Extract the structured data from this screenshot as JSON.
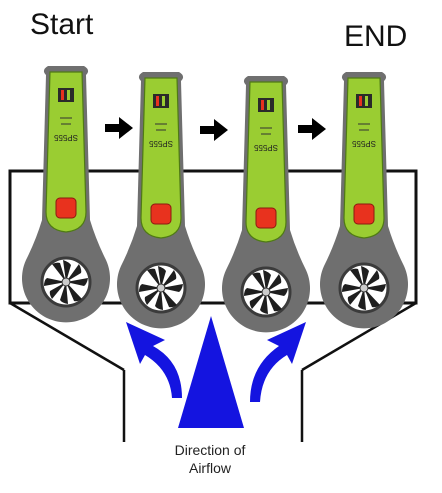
{
  "labels": {
    "start": "Start",
    "end": "END",
    "airflow_line1": "Direction of",
    "airflow_line2": "Airflow"
  },
  "device": {
    "model_text": "SP555",
    "count": 4,
    "body_color": "#9acd32",
    "casing_color": "#6f6f6f",
    "button_color": "#e8321e"
  },
  "colors": {
    "flow_arrow": "#1414e0",
    "sequence_arrow": "#000000",
    "duct_line": "#111111"
  },
  "icons": {
    "sequence_arrow": "right-arrow-icon",
    "flow_arrow": "up-arrow-icon"
  }
}
